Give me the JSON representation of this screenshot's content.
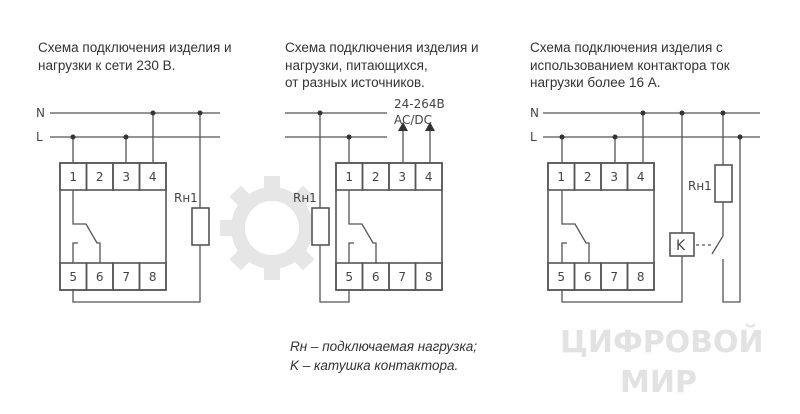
{
  "diagrams": [
    {
      "title_lines": [
        "Схема подключения изделия и",
        "нагрузки к сети 230 В."
      ],
      "bus_labels": [
        "N",
        "L"
      ],
      "load_label": "Rн1"
    },
    {
      "title_lines": [
        "Схема подключения изделия и",
        "нагрузки, питающихся,",
        "от разных источников."
      ],
      "supply_lines": [
        "24-264В",
        "AC/DC"
      ],
      "load_label": "Rн1"
    },
    {
      "title_lines": [
        "Схема подключения изделия с",
        "использованием контактора ток",
        "нагрузки более 16 А."
      ],
      "bus_labels": [
        "N",
        "L"
      ],
      "load_label": "Rн1",
      "coil_label": "K"
    }
  ],
  "terminals": [
    "1",
    "2",
    "3",
    "4",
    "5",
    "6",
    "7",
    "8"
  ],
  "legend": [
    "Rн – подключаемая нагрузка;",
    "K – катушка контактора."
  ],
  "watermark": {
    "lines": [
      "ЦИФРОВОЙ",
      "МИР"
    ],
    "icon": "gear-icon",
    "color": "#e2e2e2"
  }
}
